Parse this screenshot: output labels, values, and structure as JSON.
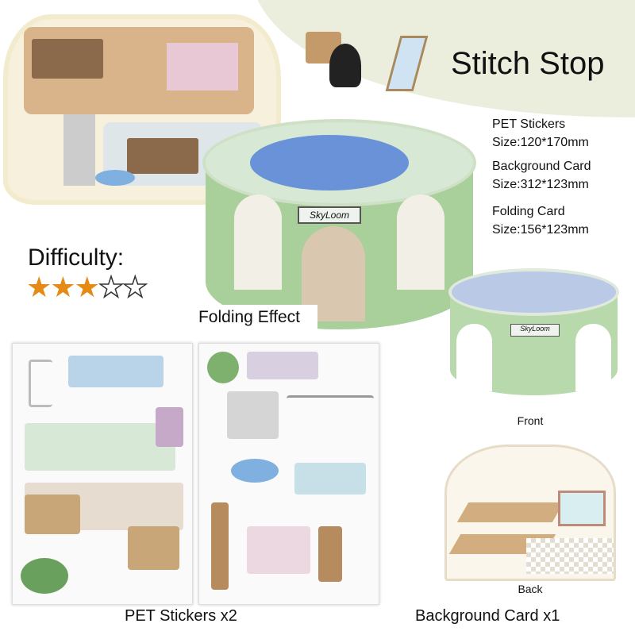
{
  "title": "Stitch Stop",
  "specs": [
    {
      "name": "PET Stickers",
      "size": "Size:120*170mm"
    },
    {
      "name": "Background Card",
      "size": "Size:312*123mm"
    },
    {
      "name": "Folding Card",
      "size": "Size:156*123mm"
    }
  ],
  "difficulty": {
    "label": "Difficulty:",
    "rating": 3,
    "max": 5
  },
  "store_sign": "SkyLoom",
  "folding_effect_label": "Folding Effect",
  "front_label": "Front",
  "back_label": "Back",
  "bottom_labels": {
    "stickers": "PET Stickers x2",
    "background": "Background Card x1"
  },
  "colors": {
    "star": "#e58a14",
    "store_green": "#a9cf9a",
    "pond_blue": "#6a92d8"
  }
}
